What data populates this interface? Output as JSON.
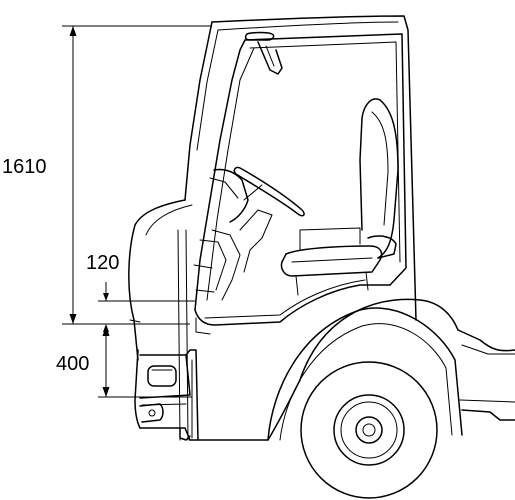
{
  "dimensions": {
    "total_height": "1610",
    "step_offset": "120",
    "floor_height": "400"
  },
  "colors": {
    "line": "#000000",
    "background": "#ffffff"
  }
}
